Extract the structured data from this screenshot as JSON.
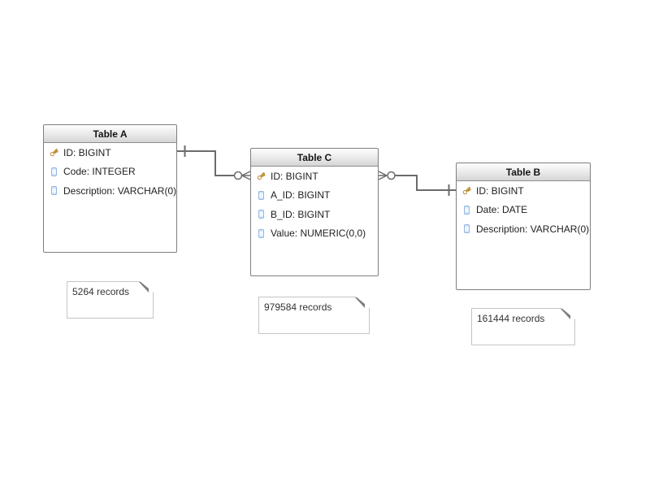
{
  "diagram": {
    "tables": [
      {
        "name": "Table A",
        "record_note": "5264 records",
        "columns": [
          {
            "icon": "key-icon",
            "label": "ID: BIGINT"
          },
          {
            "icon": "column-icon",
            "label": "Code: INTEGER"
          },
          {
            "icon": "column-icon",
            "label": "Description: VARCHAR(0)"
          }
        ]
      },
      {
        "name": "Table C",
        "record_note": "979584 records",
        "columns": [
          {
            "icon": "key-icon",
            "label": "ID: BIGINT"
          },
          {
            "icon": "column-icon",
            "label": "A_ID: BIGINT"
          },
          {
            "icon": "column-icon",
            "label": "B_ID: BIGINT"
          },
          {
            "icon": "column-icon",
            "label": "Value: NUMERIC(0,0)"
          }
        ]
      },
      {
        "name": "Table B",
        "record_note": "161444 records",
        "columns": [
          {
            "icon": "key-icon",
            "label": "ID: BIGINT"
          },
          {
            "icon": "column-icon",
            "label": "Date: DATE"
          },
          {
            "icon": "column-icon",
            "label": "Description: VARCHAR(0)"
          }
        ]
      }
    ],
    "relationships": [
      {
        "one_side": "Table A",
        "many_side": "Table C",
        "one_marker": "one",
        "many_marker": "zero-or-many"
      },
      {
        "one_side": "Table B",
        "many_side": "Table C",
        "one_marker": "one",
        "many_marker": "zero-or-many"
      }
    ],
    "colors": {
      "background": "#ffffff",
      "table_border": "#7f7f7f",
      "header_gradient_top": "#fefefe",
      "header_gradient_bottom": "#d5d5d5",
      "connector": "#6b6b6b",
      "note_border": "#c5c5c5",
      "note_fold": "#7e7e7e",
      "key_icon_fill": "#f2b94f",
      "key_icon_stroke": "#b9882f",
      "column_icon_border": "#92b4e2",
      "text": "#1e1e1e"
    }
  }
}
